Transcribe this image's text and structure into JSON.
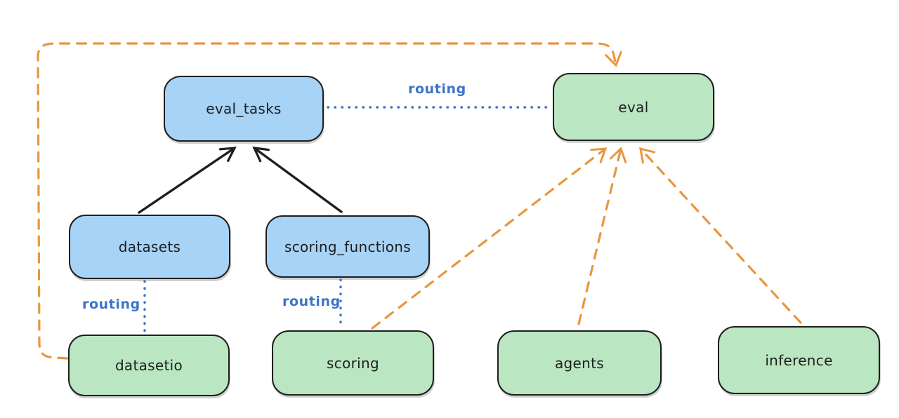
{
  "diagram": {
    "type": "architecture-graph",
    "nodes": {
      "eval_tasks": {
        "label": "eval_tasks",
        "fill": "blue"
      },
      "eval": {
        "label": "eval",
        "fill": "green"
      },
      "datasets": {
        "label": "datasets",
        "fill": "blue"
      },
      "scoring_functions": {
        "label": "scoring_functions",
        "fill": "blue"
      },
      "datasetio": {
        "label": "datasetio",
        "fill": "green"
      },
      "scoring": {
        "label": "scoring",
        "fill": "green"
      },
      "agents": {
        "label": "agents",
        "fill": "green"
      },
      "inference": {
        "label": "inference",
        "fill": "green"
      }
    },
    "edges": [
      {
        "from": "datasets",
        "to": "eval_tasks",
        "style": "solid_arrow",
        "label": ""
      },
      {
        "from": "scoring_functions",
        "to": "eval_tasks",
        "style": "solid_arrow",
        "label": ""
      },
      {
        "from": "eval_tasks",
        "to": "eval",
        "style": "dotted",
        "label": "routing"
      },
      {
        "from": "datasets",
        "to": "datasetio",
        "style": "dotted",
        "label": "routing"
      },
      {
        "from": "scoring_functions",
        "to": "scoring",
        "style": "dotted",
        "label": "routing"
      },
      {
        "from": "datasetio",
        "to": "eval",
        "style": "dashed_arrow",
        "label": ""
      },
      {
        "from": "scoring",
        "to": "eval",
        "style": "dashed_arrow",
        "label": ""
      },
      {
        "from": "agents",
        "to": "eval",
        "style": "dashed_arrow",
        "label": ""
      },
      {
        "from": "inference",
        "to": "eval",
        "style": "dashed_arrow",
        "label": ""
      }
    ],
    "colors": {
      "node_blue_fill": "#a7d3f7",
      "node_green_fill": "#bbe6c2",
      "node_stroke": "#1e1e1e",
      "solid_arrow": "#1e1e1e",
      "dashed_arrow_orange": "#e8963f",
      "dotted_routing_blue": "#3b74c9",
      "background": "#ffffff"
    }
  }
}
